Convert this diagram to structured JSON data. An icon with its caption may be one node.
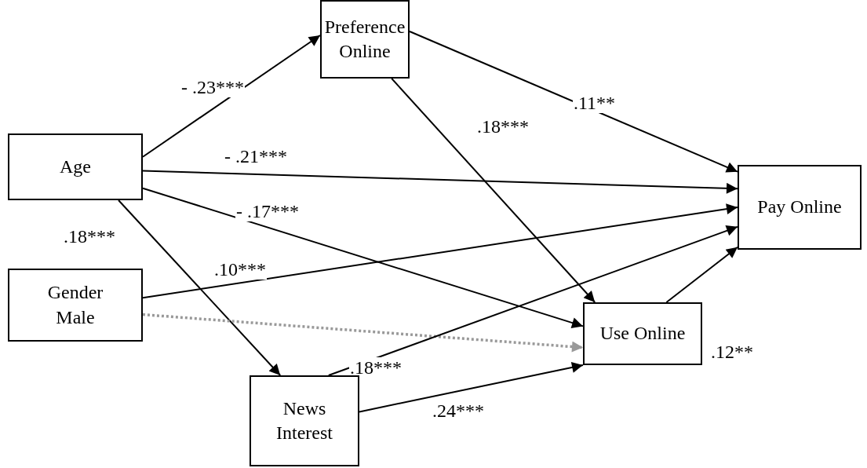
{
  "diagram": {
    "nodes": [
      {
        "text": [
          "Preference Online"
        ]
      },
      {
        "text": [
          "Age"
        ]
      },
      {
        "text": [
          "Pay Online"
        ]
      },
      {
        "text": [
          "Gender Male"
        ]
      },
      {
        "text": [
          "Use Online"
        ]
      },
      {
        "text": [
          "News Interest"
        ]
      }
    ],
    "edges": [
      {
        "from": 1,
        "to": 0,
        "arrow": "to",
        "label": "- .23***"
      },
      {
        "from": 0,
        "to": 2,
        "arrow": "to",
        "label": ".11**"
      },
      {
        "from": 0,
        "to": 4,
        "arrow": "to",
        "label": ".18***"
      },
      {
        "from": 1,
        "to": 2,
        "arrow": "to",
        "label": "- .21***"
      },
      {
        "from": 1,
        "to": 4,
        "arrow": "to",
        "label": "- .17***"
      },
      {
        "from": 1,
        "to": 5,
        "arrow": "to",
        "label": ".18***"
      },
      {
        "from": 3,
        "to": 2,
        "arrow": "to",
        "label": ".10***"
      },
      {
        "from": 3,
        "to": 4,
        "arrow": "to",
        "style": "dashed",
        "color": "#999999"
      },
      {
        "from": 5,
        "to": 2,
        "arrow": "to",
        "label": ".18***"
      },
      {
        "from": 5,
        "to": 4,
        "arrow": "to",
        "label": ".24***"
      },
      {
        "from": 4,
        "to": 2,
        "arrow": "to",
        "label": ".12**"
      }
    ]
  }
}
